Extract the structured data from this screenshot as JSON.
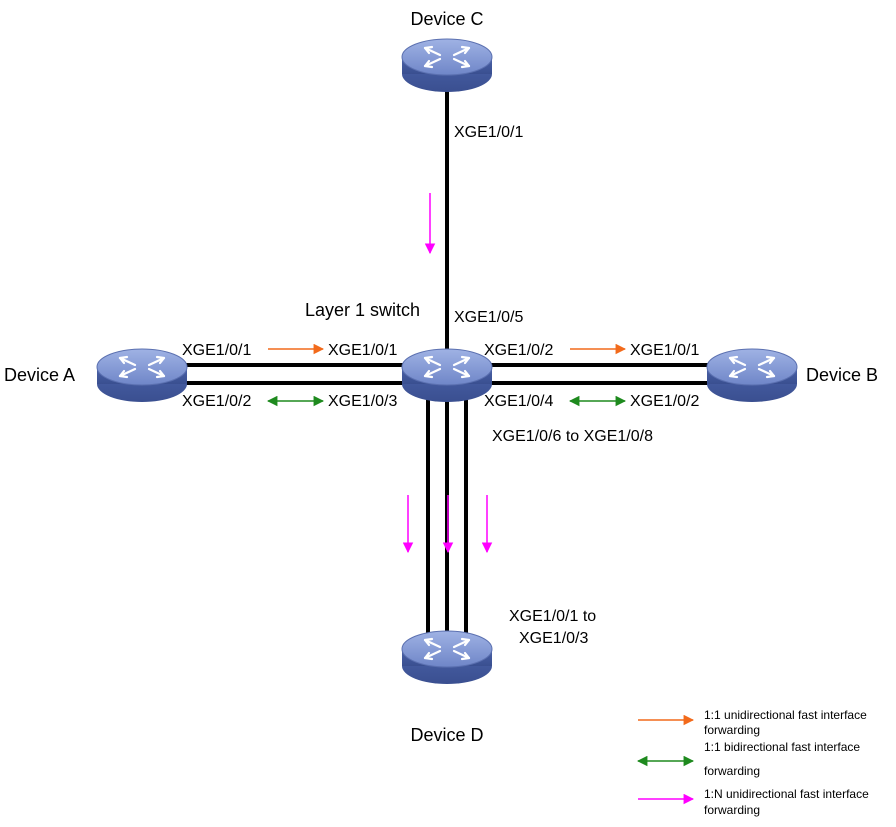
{
  "devices": {
    "device_a": "Device A",
    "device_b": "Device B",
    "device_c": "Device C",
    "device_d": "Device D",
    "layer1_switch": "Layer 1 switch"
  },
  "ports": {
    "c_port": "XGE1/0/1",
    "sw_port_to_c": "XGE1/0/5",
    "a_port1": "XGE1/0/1",
    "a_port2": "XGE1/0/2",
    "sw_port_a1": "XGE1/0/1",
    "sw_port_a3": "XGE1/0/3",
    "sw_port_b2": "XGE1/0/2",
    "sw_port_b4": "XGE1/0/4",
    "b_port1": "XGE1/0/1",
    "b_port2": "XGE1/0/2",
    "sw_port_to_d": "XGE1/0/6 to XGE1/0/8",
    "d_port_line1": "XGE1/0/1 to",
    "d_port_line2": "XGE1/0/3"
  },
  "legend": {
    "uni_1to1_line1": "1:1 unidirectional fast interface",
    "uni_1to1_line2": "forwarding",
    "bi_1to1_line1": "1:1 bidirectional fast interface",
    "bi_1to1_line2": "forwarding",
    "uni_1toN_line1": "1:N unidirectional fast interface",
    "uni_1toN_line2": "forwarding"
  },
  "colors": {
    "orange_arrow": "#f26a1b",
    "green_arrow": "#1e8a1e",
    "magenta_arrow": "#ff00ff",
    "device_body": "#5a72b8",
    "device_top": "#7f96d4"
  },
  "icons": {
    "device": "router-switch-icon"
  }
}
